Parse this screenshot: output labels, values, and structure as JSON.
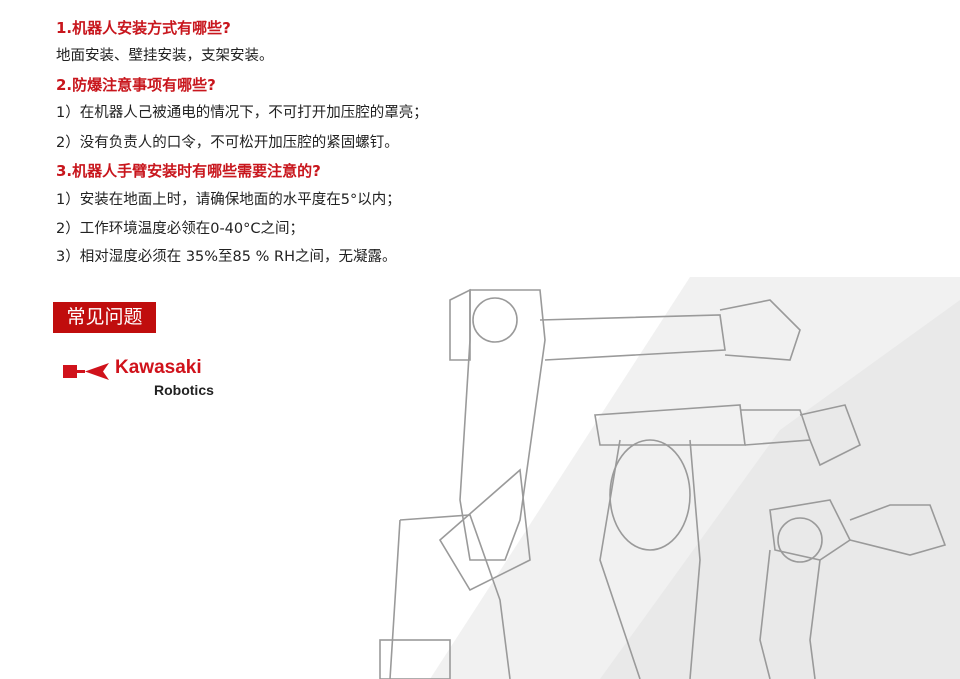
{
  "faq": [
    {
      "question": "1.机器人安装方式有哪些?",
      "answers": [
        "地面安装、壁挂安装，支架安装。"
      ]
    },
    {
      "question": "2.防爆注意事项有哪些?",
      "answers": [
        "1）在机器人己被通电的情况下，不可打开加压腔的罩亮；",
        "2）没有负责人的口令，不可松开加压腔的紧固螺钉。"
      ]
    },
    {
      "question": "3.机器人手臂安装时有哪些需要注意的?",
      "answers": [
        "1）安装在地面上时，请确保地面的水平度在5°以内；",
        "2）工作环境温度必领在0-40°C之间；",
        "3）相对湿度必须在 35%至85 % RH之间，无凝露。"
      ]
    }
  ],
  "section_label": "常见问题",
  "logo": {
    "brand": "Kawasaki",
    "sub": "Robotics"
  },
  "colors": {
    "accent": "#c8161d"
  }
}
